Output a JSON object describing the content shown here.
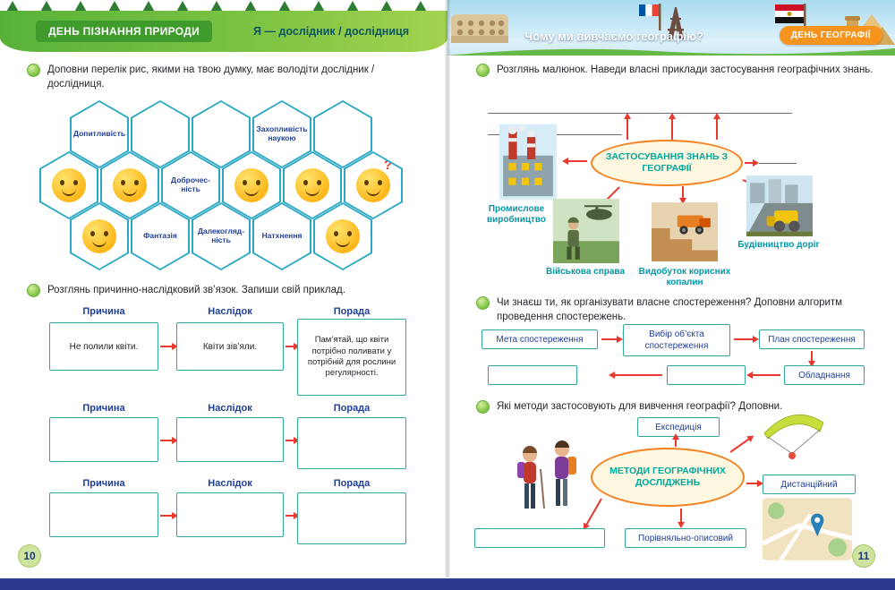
{
  "colors": {
    "accent_red": "#e8392f",
    "teal": "#0097a7",
    "orange": "#f58220",
    "header_green": "#7cc242",
    "footer_blue": "#2b3a8f"
  },
  "icons": {
    "question_mark": "?"
  },
  "left": {
    "header": {
      "banner": "ДЕНЬ ПІЗНАННЯ ПРИРОДИ",
      "subtitle": "Я — дослідник / дослідниця"
    },
    "task1": {
      "instruction": "Доповни перелік рис, якими на твою думку, має володіти дослідник / дослідниця.",
      "hex_labels": [
        "Допитливість",
        "Доброчес-ність",
        "Захопливість наукою",
        "Далекогляд-ність",
        "Натхнення",
        "Фантазія"
      ]
    },
    "task2": {
      "instruction": "Розглянь причинно-наслідковий зв’язок. Запиши свій приклад.",
      "headers": [
        "Причина",
        "Наслідок",
        "Порада"
      ],
      "example": {
        "cause": "Не полили квіти.",
        "effect": "Квіти зів’яли.",
        "advice": "Пам’ятай, що квіти потрібно поливати у потрібній для рослини регулярності."
      }
    },
    "page_number": "10"
  },
  "right": {
    "header": {
      "title": "Чому ми вивчаємо географію?",
      "badge": "ДЕНЬ ГЕОГРАФІЇ"
    },
    "task1": {
      "instruction": "Розглянь малюнок. Наведи власні приклади застосування географічних знань.",
      "center": "ЗАСТОСУВАННЯ ЗНАНЬ З ГЕОГРАФІЇ",
      "labels": [
        "Промислове виробництво",
        "Військова справа",
        "Видобуток корисних копалин",
        "Будівництво доріг"
      ]
    },
    "task2": {
      "instruction": "Чи знаєш ти, як організувати власне спостереження? Доповни алгоритм проведення спостережень.",
      "steps": [
        "Мета спостереження",
        "Вибір об’єкта спостереження",
        "План спостереження",
        "Обладнання"
      ]
    },
    "task3": {
      "instruction": "Які методи застосовують для вивчення географії? Доповни.",
      "center": "МЕТОДИ ГЕОГРАФІЧНИХ ДОСЛІДЖЕНЬ",
      "methods": [
        "Експедиція",
        "Дистанційний",
        "Порівняльно-описовий"
      ]
    },
    "page_number": "11"
  }
}
